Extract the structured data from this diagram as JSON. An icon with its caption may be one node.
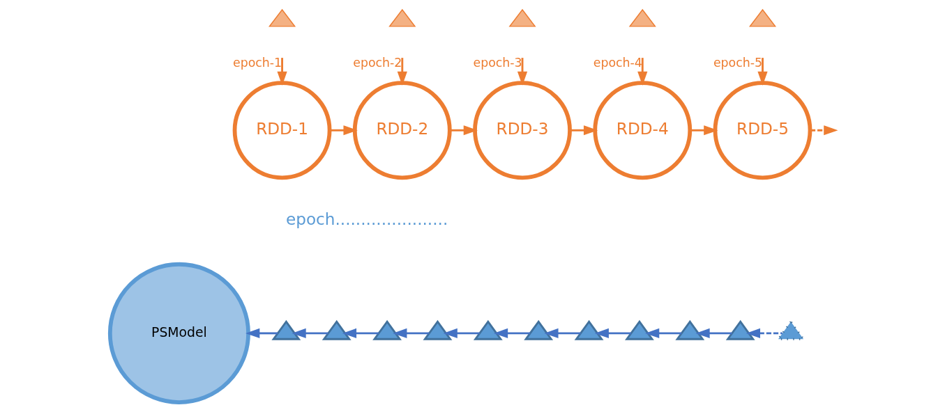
{
  "diagram": {
    "nodes": [
      {
        "text": [
          "RDD-1"
        ]
      },
      {
        "text": [
          "RDD-2"
        ]
      },
      {
        "text": [
          "RDD-3"
        ]
      },
      {
        "text": [
          "RDD-4"
        ]
      },
      {
        "text": [
          "RDD-5"
        ]
      },
      {
        "text": [],
        "shape": "triangle"
      },
      {
        "text": [],
        "shape": "triangle"
      },
      {
        "text": [],
        "shape": "triangle"
      },
      {
        "text": [],
        "shape": "triangle"
      },
      {
        "text": [],
        "shape": "triangle"
      },
      {
        "text": [
          "PSModel"
        ]
      },
      {
        "text": [],
        "shape": "triangle"
      },
      {
        "text": [],
        "shape": "triangle"
      },
      {
        "text": [],
        "shape": "triangle"
      },
      {
        "text": [],
        "shape": "triangle"
      },
      {
        "text": [],
        "shape": "triangle"
      },
      {
        "text": [],
        "shape": "triangle"
      },
      {
        "text": [],
        "shape": "triangle"
      },
      {
        "text": [],
        "shape": "triangle"
      },
      {
        "text": [],
        "shape": "triangle"
      },
      {
        "text": [],
        "shape": "triangle"
      },
      {
        "text": [],
        "shape": "triangle"
      }
    ],
    "edges": [
      {
        "from": null,
        "to": 0,
        "arrow": "to",
        "label": "epoch-1",
        "color": "#ed7d31"
      },
      {
        "from": null,
        "to": 1,
        "arrow": "to",
        "label": "epoch-2",
        "color": "#ed7d31"
      },
      {
        "from": null,
        "to": 2,
        "arrow": "to",
        "label": "epoch-3",
        "color": "#ed7d31"
      },
      {
        "from": null,
        "to": 3,
        "arrow": "to",
        "label": "epoch-4",
        "color": "#ed7d31"
      },
      {
        "from": null,
        "to": 4,
        "arrow": "to",
        "label": "epoch-5",
        "color": "#ed7d31"
      },
      {
        "from": 0,
        "to": 1,
        "arrow": "to",
        "color": "#ed7d31"
      },
      {
        "from": 1,
        "to": 2,
        "arrow": "to",
        "color": "#ed7d31"
      },
      {
        "from": 2,
        "to": 3,
        "arrow": "to",
        "color": "#ed7d31"
      },
      {
        "from": 3,
        "to": 4,
        "arrow": "to",
        "color": "#ed7d31"
      },
      {
        "from": 4,
        "to": null,
        "arrow": "to",
        "style": "dashed",
        "color": "#ed7d31"
      },
      {
        "from": 11,
        "to": 10,
        "arrow": "to",
        "color": "#4472c4"
      },
      {
        "from": 12,
        "to": 11,
        "arrow": "to",
        "color": "#4472c4"
      },
      {
        "from": 13,
        "to": 12,
        "arrow": "to",
        "color": "#4472c4"
      },
      {
        "from": 14,
        "to": 13,
        "arrow": "to",
        "color": "#4472c4"
      },
      {
        "from": 15,
        "to": 14,
        "arrow": "to",
        "color": "#4472c4"
      },
      {
        "from": 16,
        "to": 15,
        "arrow": "to",
        "color": "#4472c4"
      },
      {
        "from": 17,
        "to": 16,
        "arrow": "to",
        "color": "#4472c4"
      },
      {
        "from": 18,
        "to": 17,
        "arrow": "to",
        "color": "#4472c4"
      },
      {
        "from": 19,
        "to": 18,
        "arrow": "to",
        "color": "#4472c4"
      },
      {
        "from": 20,
        "to": 19,
        "arrow": "to",
        "color": "#4472c4"
      },
      {
        "from": 21,
        "to": 20,
        "arrow": "to",
        "color": "#4472c4",
        "style": "dashed"
      }
    ],
    "labels": [
      "epoch......................"
    ]
  }
}
